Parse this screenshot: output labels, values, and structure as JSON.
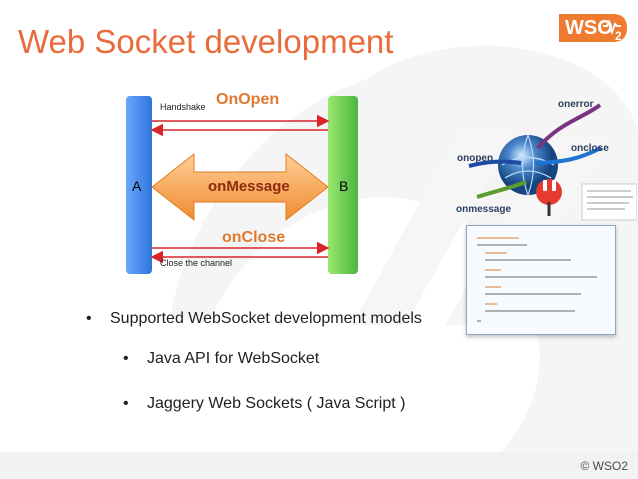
{
  "slide": {
    "title": "Web Socket development",
    "logo": {
      "text": "WSO",
      "subscript": "2"
    },
    "diagram": {
      "left_label": "A",
      "right_label": "B",
      "handshake_label": "Handshake",
      "onopen_label": "OnOpen",
      "onmessage_label": "onMessage",
      "onclose_label": "onClose",
      "close_channel_label": "Close the channel"
    },
    "websocket_art": {
      "labels": {
        "onerror": "onerror",
        "onclose": "onclose",
        "onopen": "onopen",
        "onmessage": "onmessage"
      }
    },
    "bullets": [
      {
        "level": 1,
        "text": "Supported WebSocket development models"
      },
      {
        "level": 2,
        "text": "Java API for WebSocket"
      },
      {
        "level": 2,
        "text": "Jaggery Web Sockets ( Java Script )"
      }
    ],
    "footer": {
      "copyright": "© WSO2"
    }
  },
  "icons": {
    "logo": "wso2-logo-icon",
    "globe": "globe-icon",
    "plug": "plug-icon",
    "doc": "document-icon"
  },
  "colors": {
    "title": "#e86c3b",
    "orange": "#f0892b",
    "blue": "#4d8ee3",
    "green": "#61c24f",
    "red": "#d9252a",
    "text": "#1f1f1f",
    "gray": "#4b4b4b"
  }
}
